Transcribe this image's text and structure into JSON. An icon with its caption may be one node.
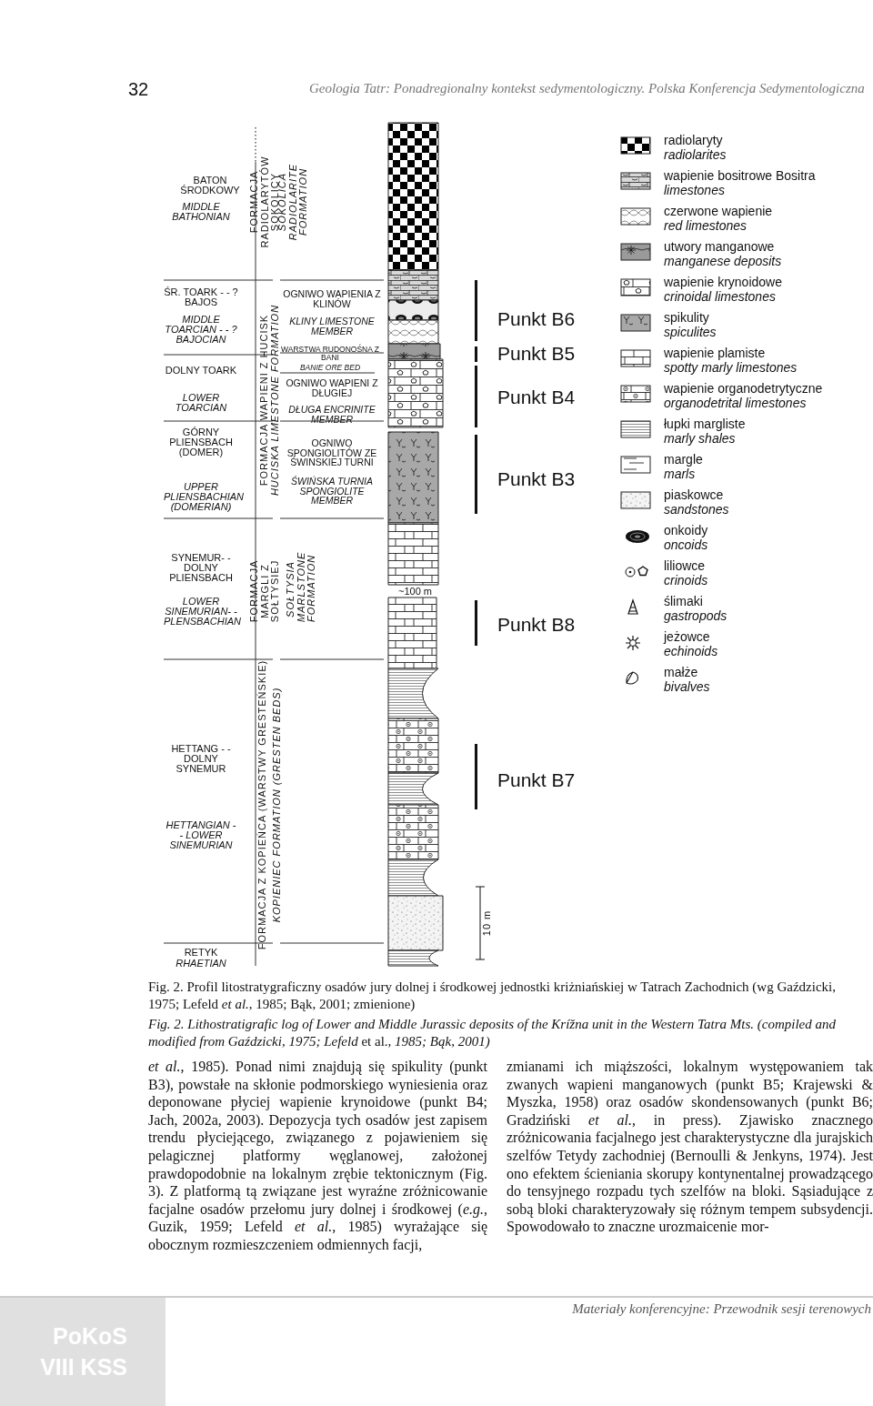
{
  "diagram": {
    "caption": "Fig. 2. Profil litostratygraficzny osadów jury dolnej i środkowej jednostki kriżniańskiej w Tatrach Zachodnich (wg Gaździcki, 1975; Lefeld *et al.*, 1985; Bąk, 2001; zmienione)",
    "labels": [
      "32",
      "Geologia Tatr: Ponadregionalny kontekst sedymentologiczny. Polska Konferencja Sedymentologiczna",
      "BATON ŚRODKOWY",
      "MIDDLE BATHONIAN",
      "ŚR. TOARK - - ?BAJOS",
      "MIDDLE TOARCIAN - - ?BAJOCIAN",
      "DOLNY TOARK",
      "LOWER TOARCIAN",
      "GÓRNY PLIENSBACH (DOMER)",
      "UPPER PLIENSBACHIAN (DOMERIAN)",
      "SYNEMUR- - DOLNY PLIENSBACH",
      "LOWER SINEMURIAN- -PLENSBACHIAN",
      "HETTANG - - DOLNY SYNEMUR",
      "HETTANGIAN - - LOWER SINEMURIAN",
      "RETYK",
      "RHAETIAN",
      "FORMACJA RADIOLARYTÓW SOKOLICY",
      "SOKOLICA RADIOLARITE FORMATION",
      "FORMACJA WAPIENI Z HUCISK",
      "HUCISKA LIMESTONE FORMATION",
      "FORMACJA MARGLI Z SOŁTYSIEJ",
      "SOŁTYSIA MARLSTONE FORMATION",
      "FORMACJA Z KOPIEŃCA (WARSTWY GRESTEŃSKIE)",
      "KOPIENIEC FORMATION (GRESTEN BEDS)",
      "OGNIWO WAPIENIA Z KLINÓW",
      "KLINY LIMESTONE MEMBER",
      "WARSTWA RUDONOŚNA Z BANI",
      "BANIE ORE BED",
      "OGNIWO WAPIENI Z DŁUGIEJ",
      "DŁUGA ENCRINITE MEMBER",
      "OGNIWO SPONGIOLITÓW ZE ŚWINSKIEJ TURNI",
      "ŚWIŃSKA TURNIA SPONGIOLITE MEMBER",
      "~100 m",
      "10 m",
      "Punkt B6",
      "Punkt B5",
      "Punkt B4",
      "Punkt B3",
      "Punkt B8",
      "Punkt B7",
      "*Fig. 2. Lithostratigrafic log of Lower and Middle Jurassic deposits of the Krížna unit in the Western Tatra Mts. (compiled and modified from Gaździcki, 1975; Lefeld* et al.*, 1985; Bąk, 2001)*",
      "*et al.*, 1985). Ponad nimi znajdują się spikulity (punkt B3), powstałe na skłonie podmorskiego wyniesienia oraz deponowane płyciej wapienie krynoidowe (punkt B4; Jach, 2002a, 2003). Depozycja tych osadów jest zapisem trendu płyciejącego, związanego z pojawieniem się pelagicznej platformy węglanowej, założonej prawdopodobnie na lokalnym zrębie tektonicznym (Fig. 3). Z platformą tą związane jest wyraźne zróżnicowanie facjalne osadów przełomu jury dolnej i środkowej (*e.g.*, Guzik, 1959; Lefeld *et al.*, 1985) wyrażające się obocznym rozmieszczeniem odmiennych facji,",
      "zmianami ich miąższości, lokalnym występowaniem tak zwanych wapieni manganowych (punkt B5; Krajewski & Myszka, 1958) oraz osadów skondensowanych (punkt B6; Gradziński *et al.*, in press). Zjawisko znacznego zróżnicowania facjalnego jest charakterystyczne dla jurajskich szelfów Tetydy zachodniej (Bernoulli & Jenkyns, 1974). Jest ono efektem ścieniania skorupy kontynentalnej prowadzącego do tensyjnego rozpadu tych szelfów na bloki. Sąsiadujące z sobą bloki charakteryzowały się różnym tempem subsydencji. Spowodowało to znaczne urozmaicenie mor-",
      "PoKoS VIII KSS",
      "Materiały konferencyjne: Przewodnik sesji terenowych"
    ],
    "legend": [
      {
        "text": "radiolaryty *radiolarites*"
      },
      {
        "text": "wapienie bositrowe Bositra *limestones*"
      },
      {
        "text": "czerwone wapienie *red limestones*"
      },
      {
        "text": "utwory manganowe *manganese deposits*"
      },
      {
        "text": "wapienie krynoidowe *crinoidal limestones*"
      },
      {
        "text": "spikulity *spiculites*"
      },
      {
        "text": "wapienie plamiste *spotty marly limestones*"
      },
      {
        "text": "wapienie organodetrytyczne *organodetrital limestones*"
      },
      {
        "text": "łupki margliste *marly shales*"
      },
      {
        "text": "margle *marls*"
      },
      {
        "text": "piaskowce *sandstones*"
      },
      {
        "text": "onkoidy *oncoids*"
      },
      {
        "text": "liliowce *crinoids*"
      },
      {
        "text": "ślimaki *gastropods*"
      },
      {
        "text": "jeżowce *echinoids*"
      },
      {
        "text": "małże *bivalves*"
      }
    ]
  }
}
